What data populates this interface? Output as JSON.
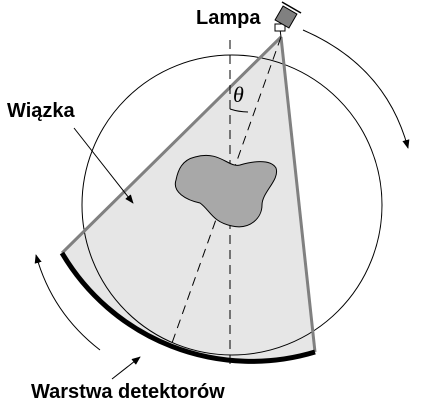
{
  "labels": {
    "lamp": "Lampa",
    "beam": "Wiązka",
    "detector": "Warstwa detektorów",
    "angle": "θ"
  },
  "colors": {
    "beam_fill": "#e6e6e6",
    "beam_edge": "#808080",
    "object_fill": "#a8a8a8",
    "source_fill": "#808080",
    "stroke": "#000000"
  }
}
